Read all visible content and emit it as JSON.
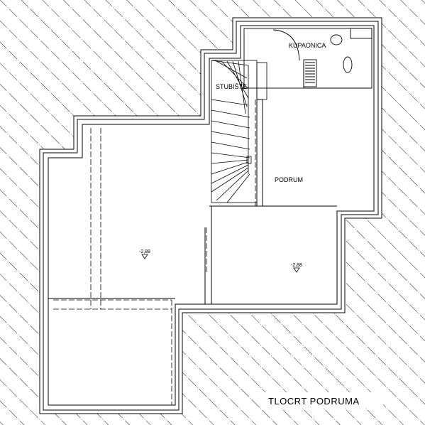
{
  "drawing": {
    "title": "TLOCRT PODRUMA",
    "rooms": {
      "kupaonica": "KUPAONICA",
      "stubiste": "STUBIŠTE",
      "podrum": "PODRUM"
    },
    "levels": {
      "left": "-2,88",
      "right": "-2,88"
    }
  },
  "colors": {
    "line": "#000000",
    "background": "#ffffff"
  }
}
